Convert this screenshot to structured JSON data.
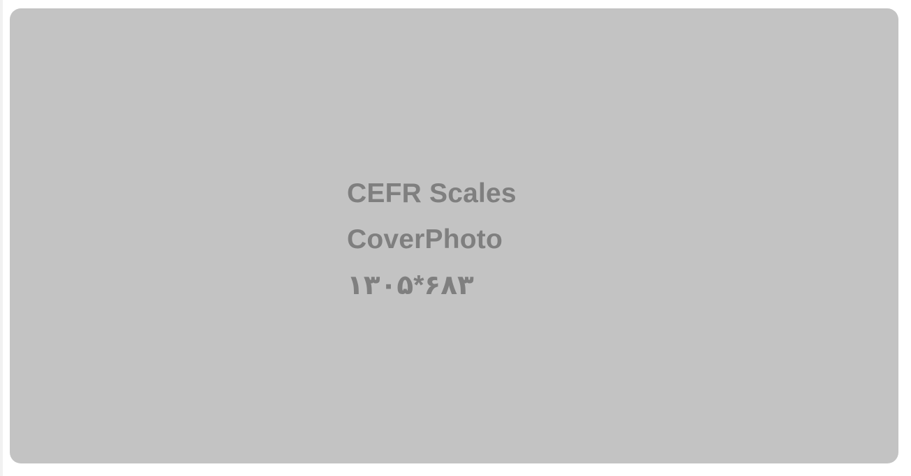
{
  "cover": {
    "title": "CEFR Scales",
    "subtitle": "CoverPhoto",
    "dimensions": "۱۳۰۵*۶۸۳"
  },
  "colors": {
    "page_background": "#ffffff",
    "card_background": "#c3c3c3",
    "text": "#7f7f7f"
  }
}
